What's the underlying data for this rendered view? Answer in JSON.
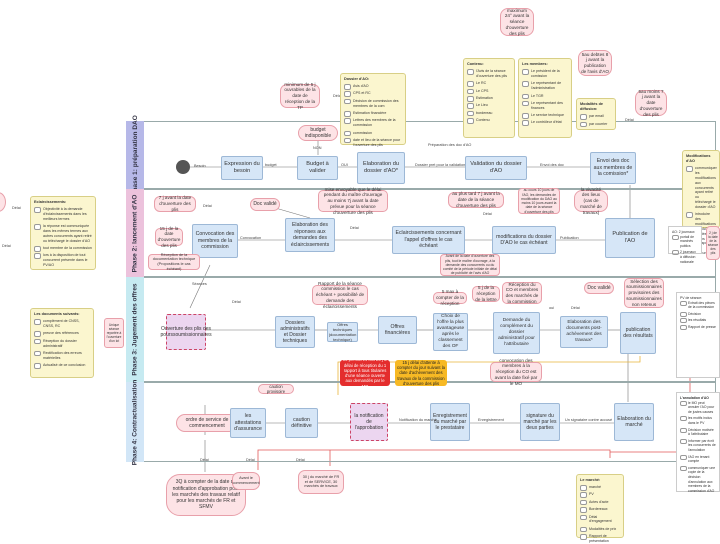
{
  "lanes": [
    {
      "id": "phase1",
      "label": "Phase 1: préparation DAO"
    },
    {
      "id": "phase2",
      "label": "Phase 2: lancement d'AO"
    },
    {
      "id": "phase3",
      "label": "Phase 3: Jugement des offres"
    },
    {
      "id": "phase4",
      "label": "Phase 4: Contractualisation"
    }
  ],
  "phase1": {
    "expression": "Expression du besoin",
    "budget": "Budget à valider",
    "elaboration": "Elaboration du dossier d'AO*",
    "validation": "Validation du dossier d'AO",
    "envoi": "Envoi des doc aux membres de la comission*",
    "budget_indisp": "budget indisponible",
    "non": "NON",
    "oui": "OUI",
    "delai_left": "Délai",
    "delai_mid": "Délai",
    "delai_right": "Délai",
    "pink_top": "maximum 24° avant la séance d'ouverture des plis",
    "pink_left": "minimum de 5 j ouvrables de la date de réception de la TP",
    "pink_right1": "5au debtes 8 j avant la publication de l'avis d'AO",
    "pink_right2": "5au moins 7 j avant la date d'ouverture des plis",
    "note1_title": "Dossier d'AO:",
    "note1_items": [
      "Avis d'AO",
      "CPS et RC",
      "Décision de commission des membres de la com",
      "Estimation financière",
      "Lettres des membres de la commission",
      "commission",
      "date et lieu de la séance pour l'ouverture des plis"
    ],
    "note2_title": "Contenu:",
    "note2_items": [
      "l'Avis de la séance d'ouverture des plis",
      "Le RC",
      "Le CPS",
      "Estimation",
      "Le Lieu",
      "bordereau",
      "Contenu"
    ],
    "note3_title": "Les membres:",
    "note3_items": [
      "Le président de la comission",
      "Le représentant de l'administration",
      "Le TGR",
      "Le représentant des finances",
      "Le service technique",
      "Le contrôleur d'état"
    ],
    "note4_title": "Modalités de diffusion:",
    "note4_items": [
      "par email",
      "par courrier"
    ],
    "note5_title": "Modifications d'AO",
    "note5_items": [
      "communiquer les modifications aux concurrents ayant retiré ou téléchargé le dossier d'AO",
      "introduire des modifications au DAO publiées en temps utile à la disposition des concurrents"
    ],
    "small_label": "Ligne d'imputation",
    "budget_label": "budget",
    "envoi_label": "Envoi des doc",
    "prep_label": "Préparation des doc d'AO",
    "dossier_label": "Dossier pret pour la validation",
    "start_label": "Besoin"
  },
  "phase2": {
    "doc_valide": "Doc validé",
    "elaboration": "Elaboration des réponses aux demandes des éclaircissements",
    "convocation": "Convocation des membres de la commission",
    "eclaircissements": "Eclaircissements concernant l'appel d'offres le cas échéant",
    "modifications": "modifications du dossier D'AO le cas échéant",
    "publication": "Publication de l'AO",
    "pink1": "mise envoyable que le délai pendant du maître d'ouvrage au moins 7j avant la date prévue pour la séance d'ouverture des plis",
    "pink2": "au plus tard 7 j avant la date de la séance d'ouverture des plis",
    "pink3": "7 j avant la date d'ouverture des plis",
    "pink4": "15 j de la date d'ouverture des plis",
    "pink5": "la vivacité des lieux (cas de marché de travaux)",
    "pink6": "au cours 10 jours de l'AO, les demandes de modification du DAO au moins 10 jours avant la date de la séance d'ouverture des plis",
    "pink_lower": "Avant de la date d'ouverture des plis, tout le maître d'ouvrage, à la demande des concurrents ou du comité de la période initiale de délai de publicité de l'avis d'AO",
    "reception": "Réception de la documentation technique (Propositions le cas échéant)",
    "delai1": "Délai",
    "delai2": "Délai",
    "delai3": "Délai",
    "seances": "Séances",
    "note_title": "Eclaircissements:",
    "note_items": [
      "Objectivité à la demande d'éclaircissements dans les meilleurs termes",
      "la réponse est communiquée dans les mêmes termes aux autres concurrents ayant retiré ou téléchargé le dossier d'AO",
      "tout membre de la commission",
      "lors à la disposition de tout concurrent présente dans le PV/AO"
    ],
    "right_note_title": "AO: 2 journaux",
    "right_note_items": [
      "portail de marchés publics",
      "2 journaux à diffusion nationale"
    ],
    "right_note2": "2 j de la date de la séance des plis",
    "label_publ": "Publication",
    "label_convoc": "Convocation"
  },
  "phase3": {
    "ouverture": "Ouverture des plis des pourssoumissionnaires",
    "dossiers_admin": "Dossiers administratifs et Dossier techniques",
    "offres_techniques": "Offres techniques (documentation technique)",
    "offres_fin": "Offres financières",
    "choix": "Choix de l'offre la plus avantageuse après le classement des OF",
    "demande": "Demande du complément du dossier administratif pour l'attributaire",
    "elaboration_doc": "Elaboration des documents post-achèvement des travaux*",
    "publication_res": "publication des résultats",
    "doc_valide": "Doc validé",
    "pink1": "Rapport de la séance commission le cas échéant + possibilité de demande des éclaircissements",
    "pink2": "5 max à compter de la réception",
    "pink3": "Réception du CO et membres des marchés de la commission",
    "pink4": "5 j de la réception de la lettre",
    "pink5": "convocation des membres à la réception du CO est avant la date fixé par le MO",
    "pink6": "Sélection des soumissionnaires provisoires des soumissionnaires non retenus",
    "red": "15 premières fois 25 j le délai de réception du 1 rapport à tous titulaires d'une séance ouverte aux demandés par le MO",
    "orange": "15 j délai d'attente à compter du jour suivant la date d'achèvement des travaux de la commission d'ouverture des plis",
    "note_title": "Les documents suivants:",
    "note_items": [
      "complément de CNSS, CNSS, RC",
      "preuve des références",
      "Réception du dossier administratif",
      "Rectification des erreurs matérielles",
      "Actualisé de ce conclusion"
    ],
    "oui": "oui",
    "delai1": "Délai",
    "delai2": "Délai",
    "pink_side": "Unique séance reportée à l'ouverture d'un lot",
    "right_note_title": "PV de séance:",
    "right_note_items": [
      "Extrait des pièces de la commission",
      "Décision",
      "les résultats",
      "Rapport de presse"
    ]
  },
  "phase4": {
    "ordre": "ordre de service de commencement",
    "attestations": "les attestations d'assurance",
    "caution": "caution définitive",
    "notification": "la notification de l'approbation",
    "enregistrement": "Enregistrement du marché par le prestataire",
    "signature": "signature du marché par les deux parties",
    "elaboration": "Elaboration du marché",
    "caution_prov": "caution provisoire",
    "delai1": "Délai",
    "delai2": "Délai",
    "delai3": "Délai",
    "pink_bottom": "3Q à compter de la date de notification d'approbation pour les marchés des travaux relatif pour les marchés de FR et SFMV",
    "pink_small1": "Avant le commencement",
    "pink_small2": "30 j du marché de FR et de SERVICE, 30 marchés de travaux",
    "note_title": "Le marché:",
    "note_items": [
      "marché",
      "PV",
      "Actes d'acte",
      "Bordereaux",
      "Délai d'engagement",
      "Modalités de prix",
      "Rapport de présentation"
    ],
    "right_note_title": "L'annulation d'AO",
    "right_note_items": [
      "le MO peut annuler l'AO pour de justes causes",
      "les motifs inclus dans le PV",
      "Décision motivée à l'attributaire",
      "Informer par écrit les concurrents de l'annulation",
      "l'AO en tenant compte",
      "communiquer une copie de la décision d'annulation aux membres de la commission d'AO"
    ],
    "label_sign": "Un signataire contre accusé",
    "label_enreg": "Enregistrement",
    "label_notif": "Notification du marché",
    "label_notif2": "Notification le contrat"
  },
  "left_notes": {
    "delai_a": "Délai",
    "delai_b": "Délai"
  }
}
